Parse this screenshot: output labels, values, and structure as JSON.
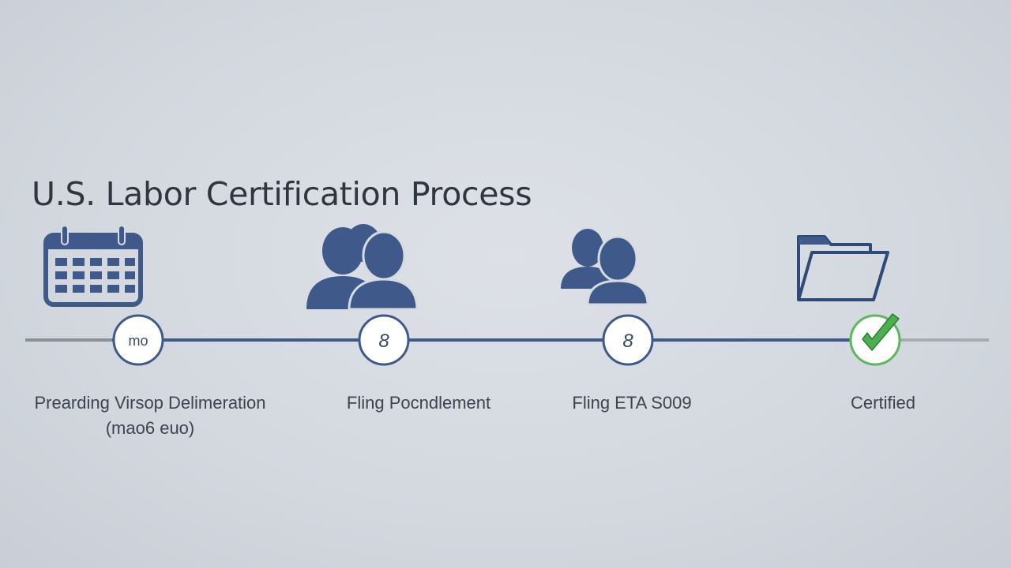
{
  "title": "U.S. Labor Certification Process",
  "colors": {
    "accent": "#3f5a8a",
    "line_gray": "#8a9097",
    "check_green": "#4caf50",
    "background": "#d6dbe1",
    "text": "#2f3640"
  },
  "steps": [
    {
      "icon": "calendar-icon",
      "node_text": "mo",
      "label": "Prearding Virsop Delimeration",
      "sublabel": "(mao6 euo)"
    },
    {
      "icon": "people-icon",
      "node_text": "8",
      "label": "Fling Pocndlement",
      "sublabel": ""
    },
    {
      "icon": "people-icon",
      "node_text": "8",
      "label": "Fling ETA S009",
      "sublabel": ""
    },
    {
      "icon": "folder-icon",
      "node_text": "",
      "node_icon": "check-icon",
      "label": "Certified",
      "sublabel": ""
    }
  ]
}
